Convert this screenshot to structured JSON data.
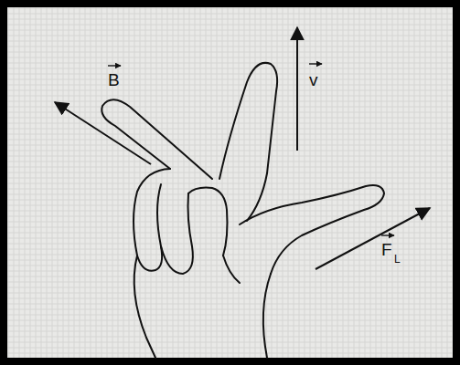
{
  "diagram": {
    "labels": [
      "B",
      "v",
      "F",
      "L"
    ]
  }
}
